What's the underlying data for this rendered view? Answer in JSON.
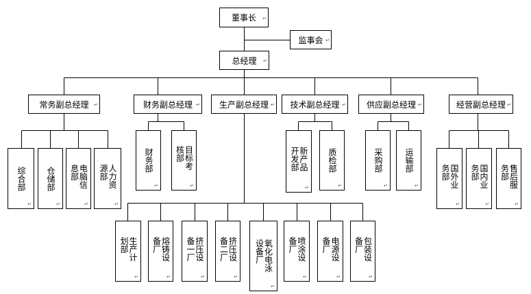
{
  "org_chart": {
    "chairman": "董事长",
    "supervisors": "监事会",
    "general_manager": "总经理",
    "vp_general": "常务副总经理",
    "vp_finance": "财务副总经理",
    "vp_production": "生产副总经理",
    "vp_technology": "技术副总经理",
    "vp_supply": "供应副总经理",
    "vp_business": "经营副总经理",
    "dept_general_affairs": "综合部",
    "dept_warehouse": "仓储部",
    "dept_it": "电脑信息部",
    "dept_hr": "人力资源部",
    "dept_finance": "财务部",
    "dept_target_assessment": "目标考核部",
    "dept_new_product": "新产品开发部",
    "dept_quality": "质检部",
    "dept_purchasing": "采购部",
    "dept_transport": "运输部",
    "dept_foreign_business": "国外业务部",
    "dept_domestic_business": "国内业务部",
    "dept_after_sales": "售后服务部",
    "dept_production_planning": "生产计划部",
    "plant_casting": "熔铸设备厂",
    "plant_extrusion_1": "挤压设备一厂",
    "plant_extrusion_2": "挤压设备二厂",
    "plant_anodizing": "氧化电泳设备厂",
    "plant_spraying": "喷涂设备厂",
    "plant_power": "电源设备厂",
    "plant_packaging": "包装设备厂",
    "paragraph_mark": "↵"
  },
  "colors": {
    "line": "#000000",
    "box_border": "#000000",
    "box_fill": "#ffffff"
  }
}
